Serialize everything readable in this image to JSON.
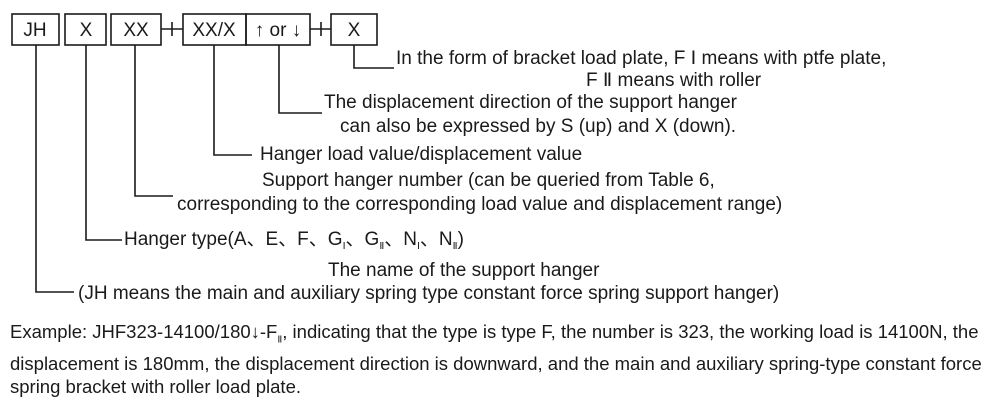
{
  "code_boxes": [
    "JH",
    "X",
    "XX",
    "XX/X",
    "↑ or ↓",
    "X"
  ],
  "descriptions": {
    "bracket_form": {
      "line1": "In the form of bracket load plate, F Ⅰ means with ptfe plate,",
      "line2": "F Ⅱ means with roller"
    },
    "direction": {
      "line1": "The displacement direction of the support hanger",
      "line2": "can also be expressed by S (up) and X (down)."
    },
    "load_value": {
      "line1": "Hanger load value/displacement value"
    },
    "number": {
      "line1": "Support hanger number (can be queried from Table 6,",
      "line2": "corresponding to the corresponding load value and displacement range)"
    },
    "type": {
      "prefix": "Hanger type(A、E、F、G",
      "sub1": "Ⅰ",
      "mid1": "、G",
      "sub2": "Ⅱ",
      "mid2": "、N",
      "sub3": "Ⅰ",
      "mid3": "、N",
      "sub4": "Ⅱ",
      "suffix": ")"
    },
    "name": {
      "line1": "The name of the support hanger",
      "line2": "(JH means the main and auxiliary spring type constant force spring support hanger)"
    }
  },
  "example": {
    "before": "Example: JHF323-14100/180↓-F",
    "sub": "Ⅱ",
    "after": ", indicating that the type is type F, the number is 323, the working load is 14100N, the displacement is 180mm, the displacement direction is downward, and the main and auxiliary spring-type constant force spring bracket with roller load plate."
  }
}
